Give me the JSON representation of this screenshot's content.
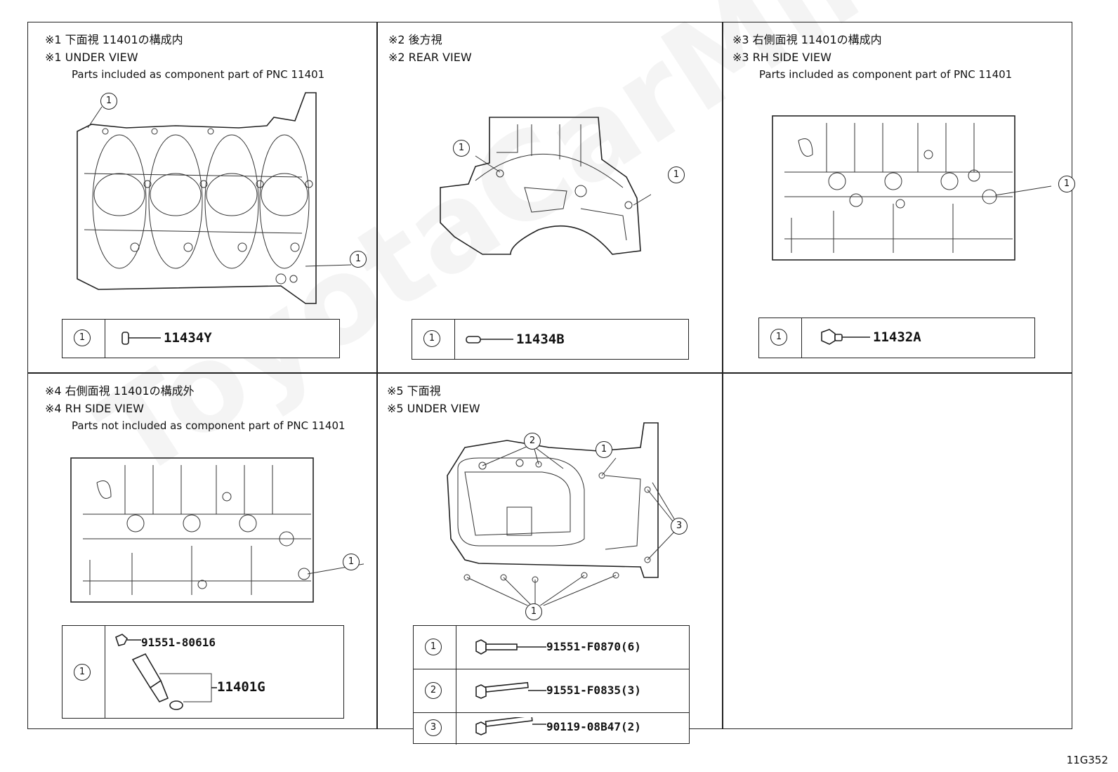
{
  "footer": {
    "code": "11G352"
  },
  "watermark": "ToyotaCarMine.ru",
  "panels": [
    {
      "line1": "※1  下面視 11401の構成内",
      "line2": "※1  UNDER VIEW",
      "line3": "Parts included as component part of PNC 11401",
      "callout": "1",
      "row_num": "1",
      "part": "11434Y"
    },
    {
      "line1": "※2  後方視",
      "line2": "※2  REAR VIEW",
      "callout": "1",
      "row_num": "1",
      "part": "11434B"
    },
    {
      "line1": "※3  右側面視 11401の構成内",
      "line2": "※3  RH SIDE VIEW",
      "line3": "Parts included as component part of PNC 11401",
      "callout": "1",
      "row_num": "1",
      "part": "11432A"
    },
    {
      "line1": "※4  右側面視 11401の構成外",
      "line2": "※4  RH SIDE VIEW",
      "line3": "Parts not included as component part of PNC 11401",
      "callout": "1",
      "row_num": "1",
      "part_a": "91551-80616",
      "part_b": "11401G"
    },
    {
      "line1": "※5  下面視",
      "line2": "※5  UNDER VIEW",
      "callouts": [
        "1",
        "2",
        "3"
      ],
      "rows": [
        {
          "num": "1",
          "part": "91551-F0870(6)"
        },
        {
          "num": "2",
          "part": "91551-F0835(3)"
        },
        {
          "num": "3",
          "part": "90119-08B47(2)"
        }
      ]
    }
  ]
}
